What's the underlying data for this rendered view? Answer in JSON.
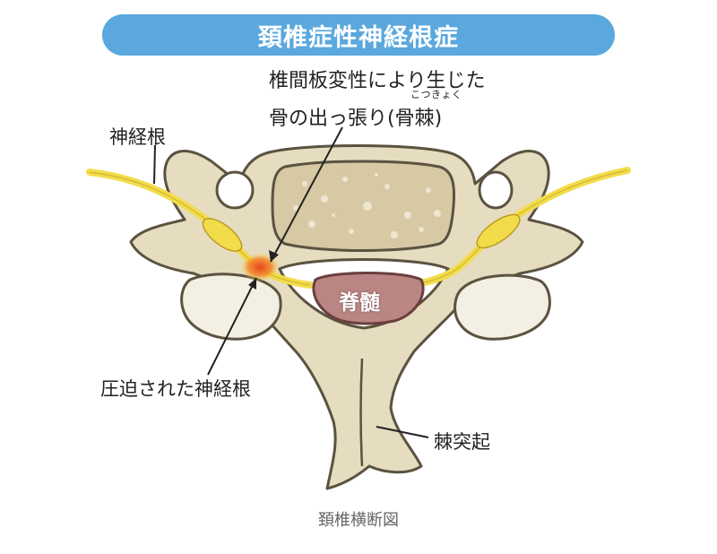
{
  "title": "頚椎症性神経根症",
  "callout": {
    "line1": "椎間板変性により生じた",
    "line2": "骨の出っ張り(骨棘)",
    "ruby": "こつきょく"
  },
  "labels": {
    "nerve_root": "神経根",
    "compressed_nerve_root": "圧迫された神経根",
    "spinal_cord": "脊髄",
    "spinous_process": "棘突起"
  },
  "caption": "頚椎横断図",
  "colors": {
    "title_bg": "#5aa8de",
    "bone": "#e6dcc0",
    "bone_outline": "#5b5240",
    "nerve": "#f3dc4a",
    "spinal_cord": "#b98683",
    "compression": "#e8441e"
  }
}
